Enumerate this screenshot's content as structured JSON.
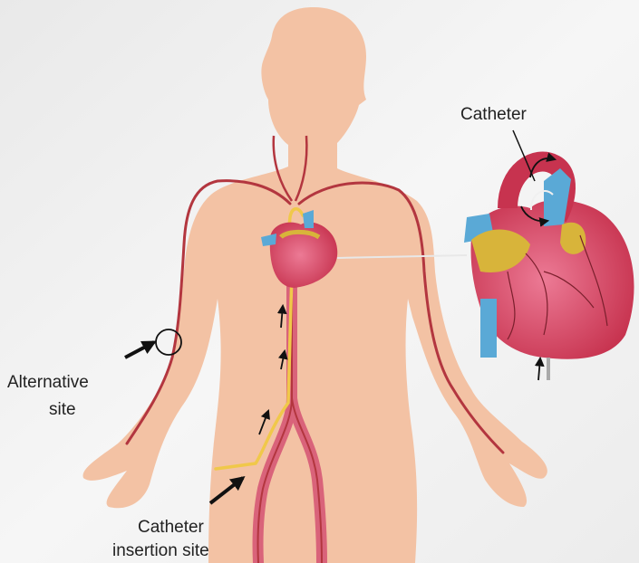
{
  "labels": {
    "catheter": "Catheter",
    "alternative_site_line1": "Alternative",
    "alternative_site_line2": "site",
    "insertion_site_line1": "Catheter",
    "insertion_site_line2": "insertion site"
  },
  "colors": {
    "background": "#f1f1f1",
    "skin": "#f3c2a4",
    "artery": "#b3363f",
    "catheter": "#f0c84a",
    "heart": "#d8456a",
    "vessel_blue": "#5aa9d6",
    "annotation": "#111111"
  }
}
